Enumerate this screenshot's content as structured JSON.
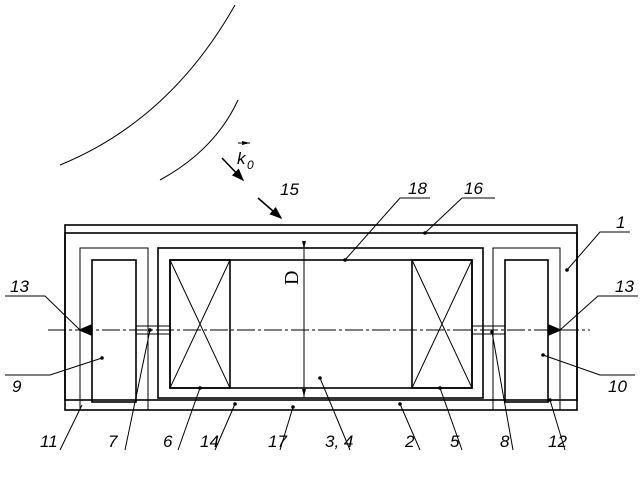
{
  "labels": {
    "l1": "1",
    "l2": "2",
    "l34": "3, 4",
    "l5": "5",
    "l6": "6",
    "l7": "7",
    "l8": "8",
    "l9": "9",
    "l10": "10",
    "l11": "11",
    "l12": "12",
    "l13a": "13",
    "l13b": "13",
    "l14": "14",
    "l15": "15",
    "l16": "16",
    "l17": "17",
    "l18": "18",
    "dim": "D",
    "k": "k",
    "k_sub": "0"
  }
}
